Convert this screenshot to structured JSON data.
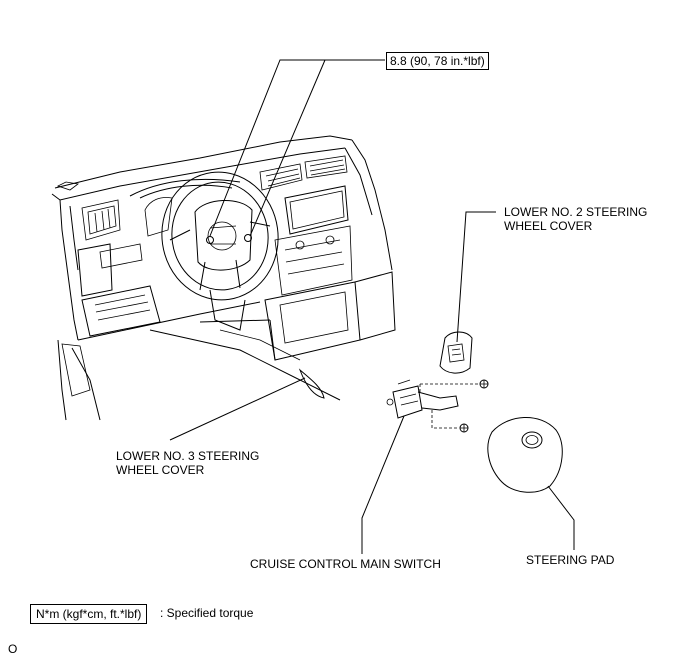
{
  "labels": {
    "torque_value": "8.8 (90, 78 in.*lbf)",
    "lower_no2_line1": "LOWER NO. 2 STEERING",
    "lower_no2_line2": "WHEEL COVER",
    "lower_no3_line1": "LOWER NO. 3 STEERING",
    "lower_no3_line2": "WHEEL COVER",
    "cruise_switch": "CRUISE CONTROL MAIN SWITCH",
    "steering_pad": "STEERING PAD"
  },
  "legend": {
    "unit_box": "N*m (kgf*cm, ft.*lbf)",
    "description": ": Specified torque"
  },
  "footer": {
    "code": "O"
  }
}
